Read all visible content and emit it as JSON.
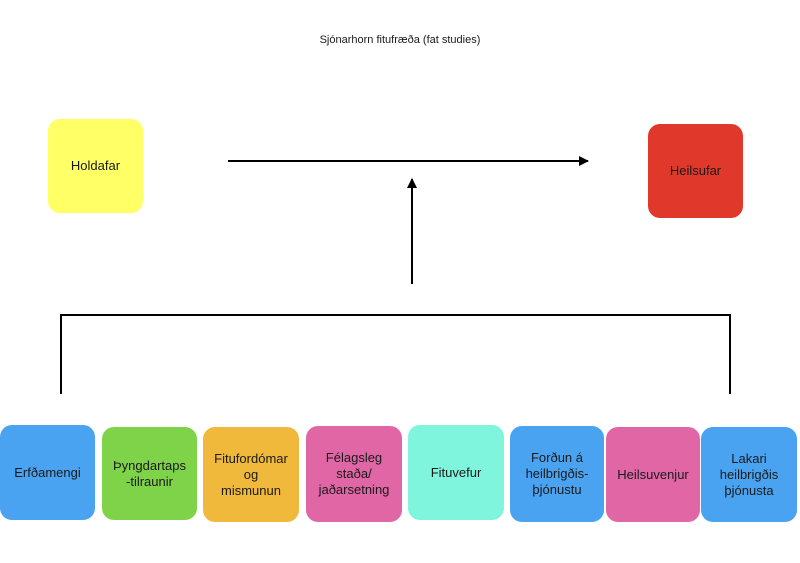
{
  "title": "Sjónarhorn fitufræða (fat studies)",
  "top_boxes": {
    "left": {
      "label": "Holdafar",
      "color": "#ffff66"
    },
    "right": {
      "label": "Heilsufar",
      "color": "#e0392b"
    }
  },
  "factors": [
    {
      "label": "Erfðamengi",
      "color": "#4aa3f0"
    },
    {
      "label": "Þyngdartaps\n-tilraunir",
      "color": "#7ed348"
    },
    {
      "label": "Fitufordómar\nog\nmismunun",
      "color": "#f0b93c"
    },
    {
      "label": "Félagsleg\nstaða/\njaðarsetning",
      "color": "#e066a6"
    },
    {
      "label": "Fituvefur",
      "color": "#7ef5dc"
    },
    {
      "label": "Forðun á\nheilbrigðis-\nþjónustu",
      "color": "#4aa3f0"
    },
    {
      "label": "Heilsuvenjur",
      "color": "#e066a6"
    },
    {
      "label": "Lakari\nheilbrigðis\nþjónusta",
      "color": "#4aa3f0"
    }
  ]
}
